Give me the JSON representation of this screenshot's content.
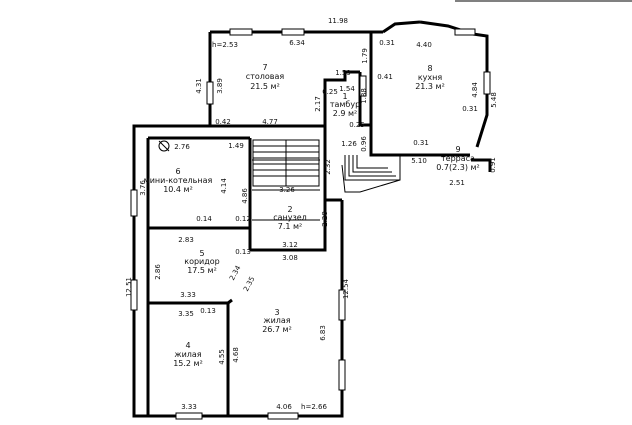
{
  "rooms": [
    {
      "number": "7",
      "name": "столовая",
      "area": "21.5 м²"
    },
    {
      "number": "8",
      "name": "кухня",
      "area": "21.3 м²"
    },
    {
      "number": "1",
      "name": "тамбур",
      "area": "2.9 м²"
    },
    {
      "number": "9",
      "name": "терраса",
      "area": "0.7(2.3) м²"
    },
    {
      "number": "6",
      "name": "мини-котельная",
      "area": "10.4 м²"
    },
    {
      "number": "2",
      "name": "санузел",
      "area": "7.1 м²"
    },
    {
      "number": "5",
      "name": "коридор",
      "area": "17.5 м²"
    },
    {
      "number": "3",
      "name": "жилая",
      "area": "26.7 м²"
    },
    {
      "number": "4",
      "name": "жилая",
      "area": "15.2 м²"
    }
  ],
  "dimensions": {
    "d_11_98": "11.98",
    "d_h_2_53": "h=2.53",
    "d_6_34": "6.34",
    "d_0_31a": "0.31",
    "d_4_40": "4.40",
    "d_1_79": "1.79",
    "d_4_31": "4.31",
    "d_3_89": "3.89",
    "d_1_59": "1.59",
    "d_0_41": "0.41",
    "d_1_54": "1.54",
    "d_0_25a": "0.25",
    "d_1_88": "1.88",
    "d_2_17": "2.17",
    "d_4_84": "4.84",
    "d_5_48": "5.48",
    "d_0_31b": "0.31",
    "d_0_42": "0.42",
    "d_4_77": "4.77",
    "d_0_25b": "0.25",
    "d_0_31c": "0.31",
    "d_2_76": "2.76",
    "d_1_49": "1.49",
    "d_1_26": "1.26",
    "d_0_96": "0.96",
    "d_2_32": "2.32",
    "d_5_10": "5.10",
    "d_0_91": "0.91",
    "d_2_51": "2.51",
    "d_3_76": "3.76",
    "d_4_14": "4.14",
    "d_4_86": "4.86",
    "d_3_26": "3.26",
    "d_0_14": "0.14",
    "d_0_12": "0.12",
    "d_2_28": "2.28",
    "d_2_83": "2.83",
    "d_0_13a": "0.13",
    "d_3_12": "3.12",
    "d_3_08": "3.08",
    "d_2_86": "2.86",
    "d_2_34": "2.34",
    "d_2_35": "2.35",
    "d_12_51": "12.51",
    "d_12_54": "12.54",
    "d_3_33a": "3.33",
    "d_3_35": "3.35",
    "d_0_13b": "0.13",
    "d_6_83": "6.83",
    "d_4_68": "4.68",
    "d_4_55": "4.55",
    "d_3_33b": "3.33",
    "d_4_06": "4.06",
    "d_h_2_66": "h=2.66"
  }
}
